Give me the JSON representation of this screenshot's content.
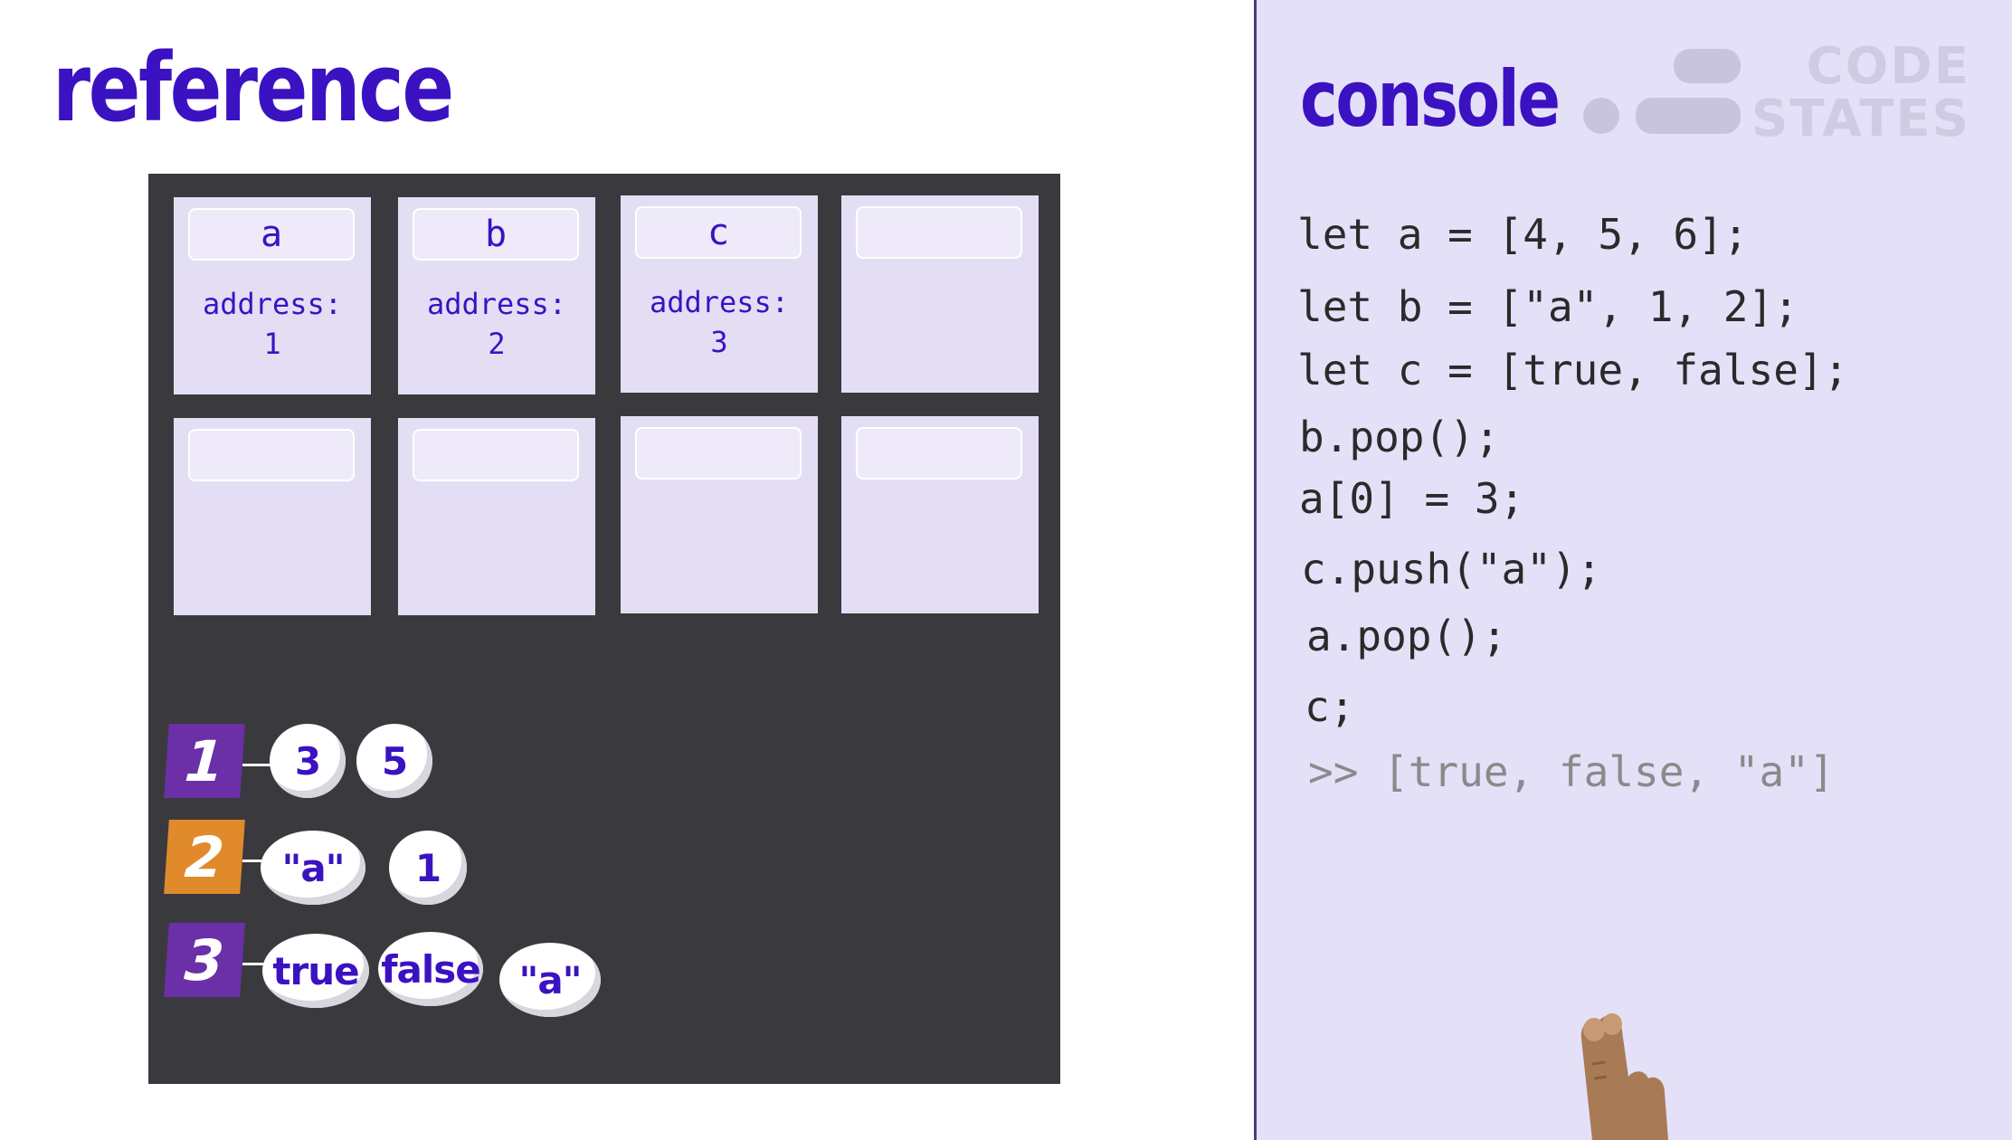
{
  "reference": {
    "title": "reference",
    "cells": [
      {
        "label": "a",
        "address_label": "address:",
        "address": "1"
      },
      {
        "label": "b",
        "address_label": "address:",
        "address": "2"
      },
      {
        "label": "c",
        "address_label": "address:",
        "address": "3"
      },
      {
        "label": "",
        "address_label": "",
        "address": ""
      },
      {
        "label": "",
        "address_label": "",
        "address": ""
      },
      {
        "label": "",
        "address_label": "",
        "address": ""
      },
      {
        "label": "",
        "address_label": "",
        "address": ""
      },
      {
        "label": "",
        "address_label": "",
        "address": ""
      }
    ],
    "heap": [
      {
        "badge": "1",
        "badge_color": "#6b2fa8",
        "values": [
          "3",
          "5"
        ]
      },
      {
        "badge": "2",
        "badge_color": "#e08a2c",
        "values": [
          "\"a\"",
          "1"
        ]
      },
      {
        "badge": "3",
        "badge_color": "#6b2fa8",
        "values": [
          "true",
          "false",
          "\"a\""
        ]
      }
    ]
  },
  "console": {
    "title": "console",
    "lines": [
      "let a = [4, 5, 6];",
      "let b = [\"a\", 1, 2];",
      "let c = [true, false];",
      "b.pop();",
      "a[0] = 3;",
      "c.push(\"a\");",
      "a.pop();",
      "c;"
    ],
    "output": ">> [true, false, \"a\"]"
  },
  "logo": {
    "line1": "CODE",
    "line2": "STATES"
  },
  "colors": {
    "accent": "#3a12c2",
    "panel": "#e4e0f7",
    "memory_bg": "#3a3a3e"
  }
}
